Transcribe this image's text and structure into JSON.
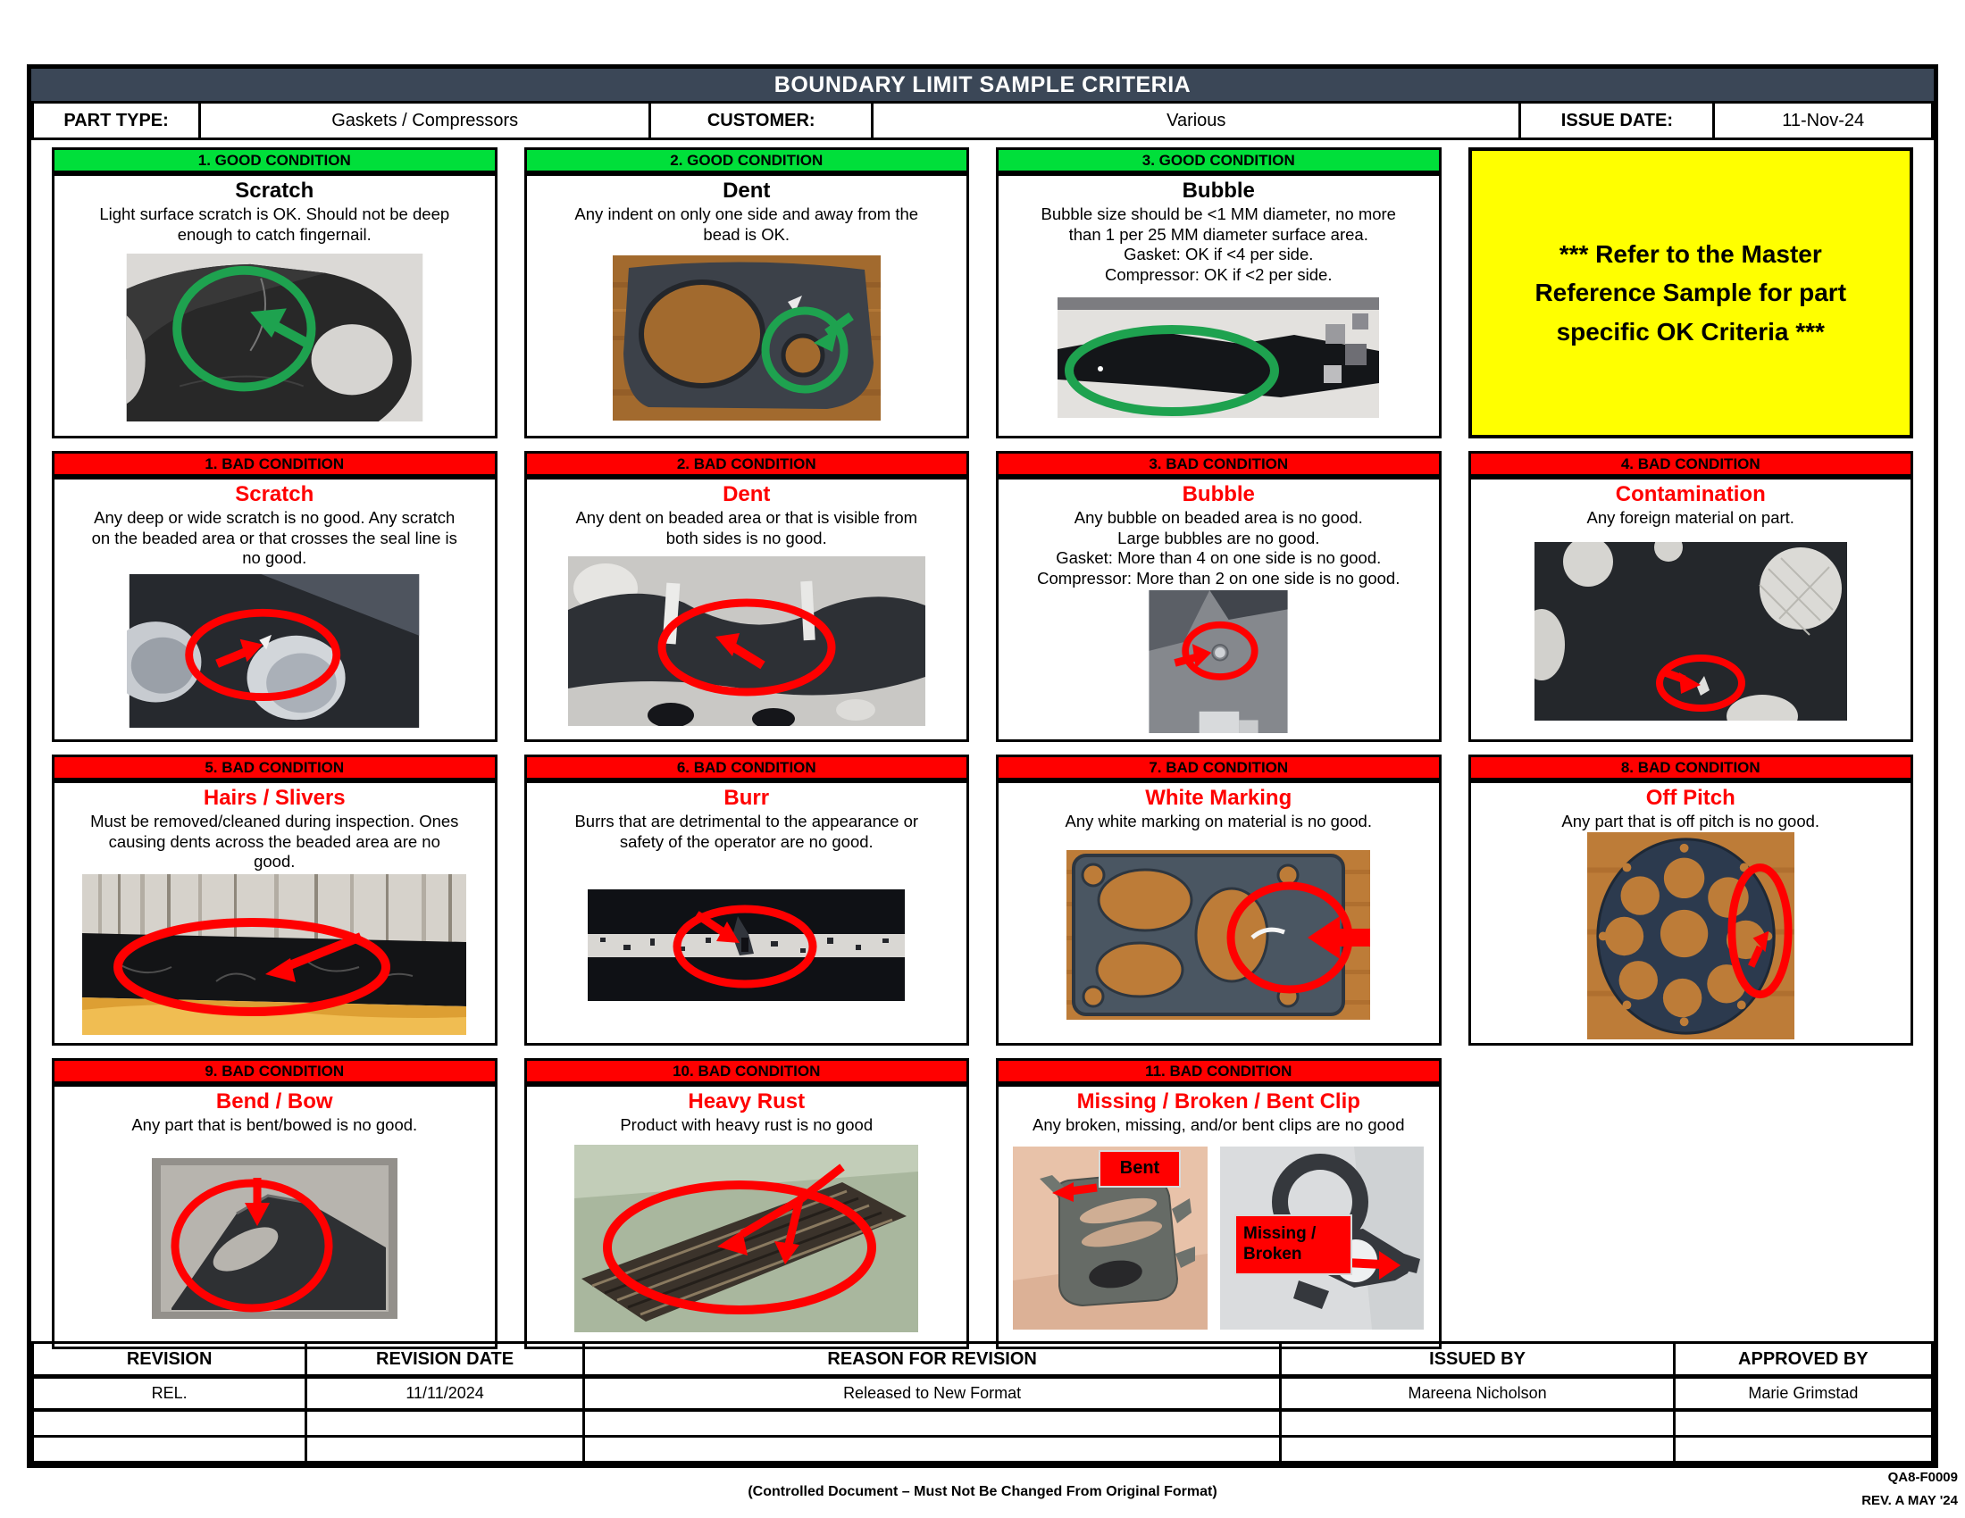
{
  "header": {
    "title": "BOUNDARY LIMIT SAMPLE CRITERIA",
    "part_type_label": "PART TYPE:",
    "part_type_value": "Gaskets / Compressors",
    "customer_label": "CUSTOMER:",
    "customer_value": "Various",
    "issue_date_label": "ISSUE DATE:",
    "issue_date_value": "11-Nov-24"
  },
  "note_box": {
    "text": "*** Refer to the Master\nReference Sample for part\nspecific OK Criteria ***"
  },
  "cells": [
    {
      "header": "1. GOOD CONDITION",
      "kind": "good",
      "title": "Scratch",
      "desc": "Light surface scratch is OK. Should not be deep\nenough to catch fingernail."
    },
    {
      "header": "2. GOOD CONDITION",
      "kind": "good",
      "title": "Dent",
      "desc": "Any indent on only one side and away from the\nbead is OK."
    },
    {
      "header": "3. GOOD CONDITION",
      "kind": "good",
      "title": "Bubble",
      "desc": "Bubble size should be <1 MM diameter, no more\nthan 1 per 25 MM diameter surface area.\nGasket: OK if <4 per side.\nCompressor: OK if <2 per side."
    },
    {
      "header": "1. BAD CONDITION",
      "kind": "bad",
      "title": "Scratch",
      "desc": "Any deep or wide scratch is no good. Any scratch\non the beaded area or that crosses the seal line is\nno good."
    },
    {
      "header": "2. BAD CONDITION",
      "kind": "bad",
      "title": "Dent",
      "desc": "Any dent on beaded area or that is visible from\nboth sides is no good."
    },
    {
      "header": "3. BAD CONDITION",
      "kind": "bad",
      "title": "Bubble",
      "desc": "Any bubble on beaded area is no good.\nLarge bubbles are no good.\nGasket: More than 4 on one side is no good.\nCompressor: More than 2 on one side is no good."
    },
    {
      "header": "4. BAD CONDITION",
      "kind": "bad",
      "title": "Contamination",
      "desc": "Any foreign material on part."
    },
    {
      "header": "5. BAD CONDITION",
      "kind": "bad",
      "title": "Hairs / Slivers",
      "desc": "Must be removed/cleaned during inspection. Ones\ncausing dents across the beaded area are no\ngood."
    },
    {
      "header": "6. BAD CONDITION",
      "kind": "bad",
      "title": "Burr",
      "desc": "Burrs that are detrimental to the appearance or\nsafety of the operator are no good."
    },
    {
      "header": "7. BAD CONDITION",
      "kind": "bad",
      "title": "White Marking",
      "desc": "Any white marking on material is no good."
    },
    {
      "header": "8. BAD CONDITION",
      "kind": "bad",
      "title": "Off Pitch",
      "desc": "Any part that is off pitch is no good."
    },
    {
      "header": "9. BAD CONDITION",
      "kind": "bad",
      "title": "Bend / Bow",
      "desc": "Any part that is bent/bowed is no good."
    },
    {
      "header": "10. BAD CONDITION",
      "kind": "bad",
      "title": "Heavy Rust",
      "desc": "Product with heavy rust is no good"
    },
    {
      "header": "11. BAD CONDITION",
      "kind": "bad",
      "title": "Missing / Broken / Bent Clip",
      "desc": "Any broken, missing, and/or bent clips are no good"
    }
  ],
  "photo_labels": {
    "bent": "Bent",
    "missing_broken": "Missing /\nBroken"
  },
  "revision_table": {
    "headers": [
      "REVISION",
      "REVISION DATE",
      "REASON FOR REVISION",
      "ISSUED BY",
      "APPROVED BY"
    ],
    "rows": [
      [
        "REL.",
        "11/11/2024",
        "Released to New Format",
        "Mareena Nicholson",
        "Marie Grimstad"
      ],
      [
        "",
        "",
        "",
        "",
        ""
      ],
      [
        "",
        "",
        "",
        "",
        ""
      ]
    ]
  },
  "footer": {
    "controlled_note": "(Controlled Document – Must Not Be Changed From Original Format)",
    "doc_number": "QA8-F0009",
    "doc_revision": "REV. A MAY '24"
  },
  "colors": {
    "titlebar_navy": "#3B4757",
    "good_green": "#00DF3A",
    "bad_red": "#FF0000",
    "note_yellow": "#FFFF00",
    "annotation_green": "#1EA24F",
    "annotation_red": "#FF0000"
  }
}
